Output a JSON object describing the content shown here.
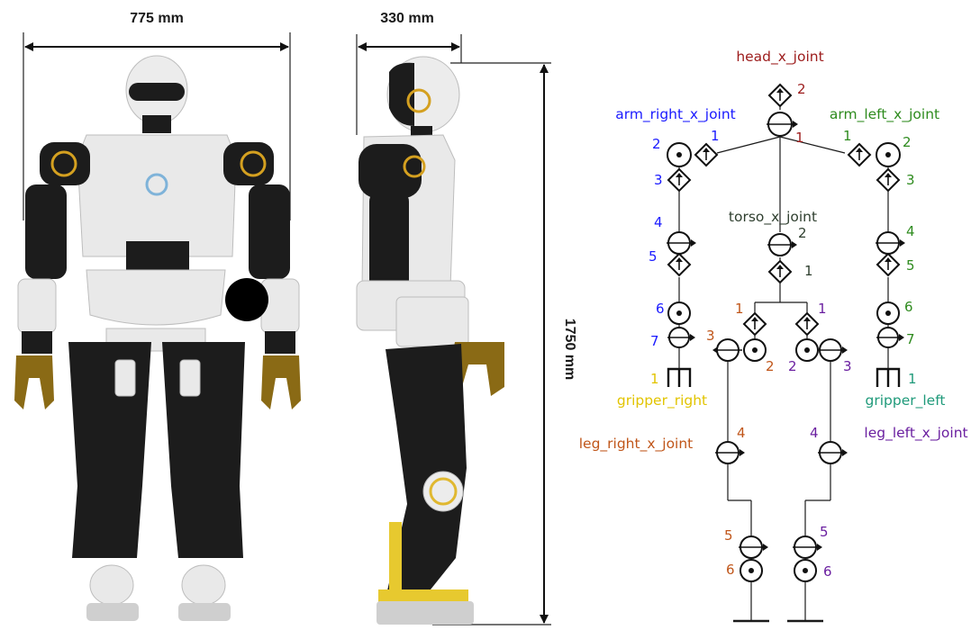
{
  "colors": {
    "head": "#9c1b1b",
    "arm_right": "#1a1aff",
    "arm_left": "#2e8b1e",
    "torso": "#2f3f2f",
    "gripper_right": "#e2c400",
    "gripper_left": "#1f9a7a",
    "leg_right": "#c0561a",
    "leg_left": "#6a1fa0",
    "robot_black": "#1c1c1c",
    "robot_white": "#e9e9e9",
    "robot_accent": "#d4a020"
  },
  "dimensions": {
    "width_front": "775 mm",
    "depth_side": "330 mm",
    "height": "1750 mm"
  },
  "schematic": {
    "head": {
      "label": "head_x_joint",
      "j1": "1",
      "j2": "2"
    },
    "arm_right": {
      "label": "arm_right_x_joint",
      "j1": "1",
      "j2": "2",
      "j3": "3",
      "j4": "4",
      "j5": "5",
      "j6": "6",
      "j7": "7"
    },
    "arm_left": {
      "label": "arm_left_x_joint",
      "j1": "1",
      "j2": "2",
      "j3": "3",
      "j4": "4",
      "j5": "5",
      "j6": "6",
      "j7": "7"
    },
    "torso": {
      "label": "torso_x_joint",
      "j1": "1",
      "j2": "2"
    },
    "gripper_right": {
      "label": "gripper_right",
      "j1": "1"
    },
    "gripper_left": {
      "label": "gripper_left",
      "j1": "1"
    },
    "leg_right": {
      "label": "leg_right_x_joint",
      "j1": "1",
      "j2": "2",
      "j3": "3",
      "j4": "4",
      "j5": "5",
      "j6": "6"
    },
    "leg_left": {
      "label": "leg_left_x_joint",
      "j1": "1",
      "j2": "2",
      "j3": "3",
      "j4": "4",
      "j5": "5",
      "j6": "6"
    }
  }
}
